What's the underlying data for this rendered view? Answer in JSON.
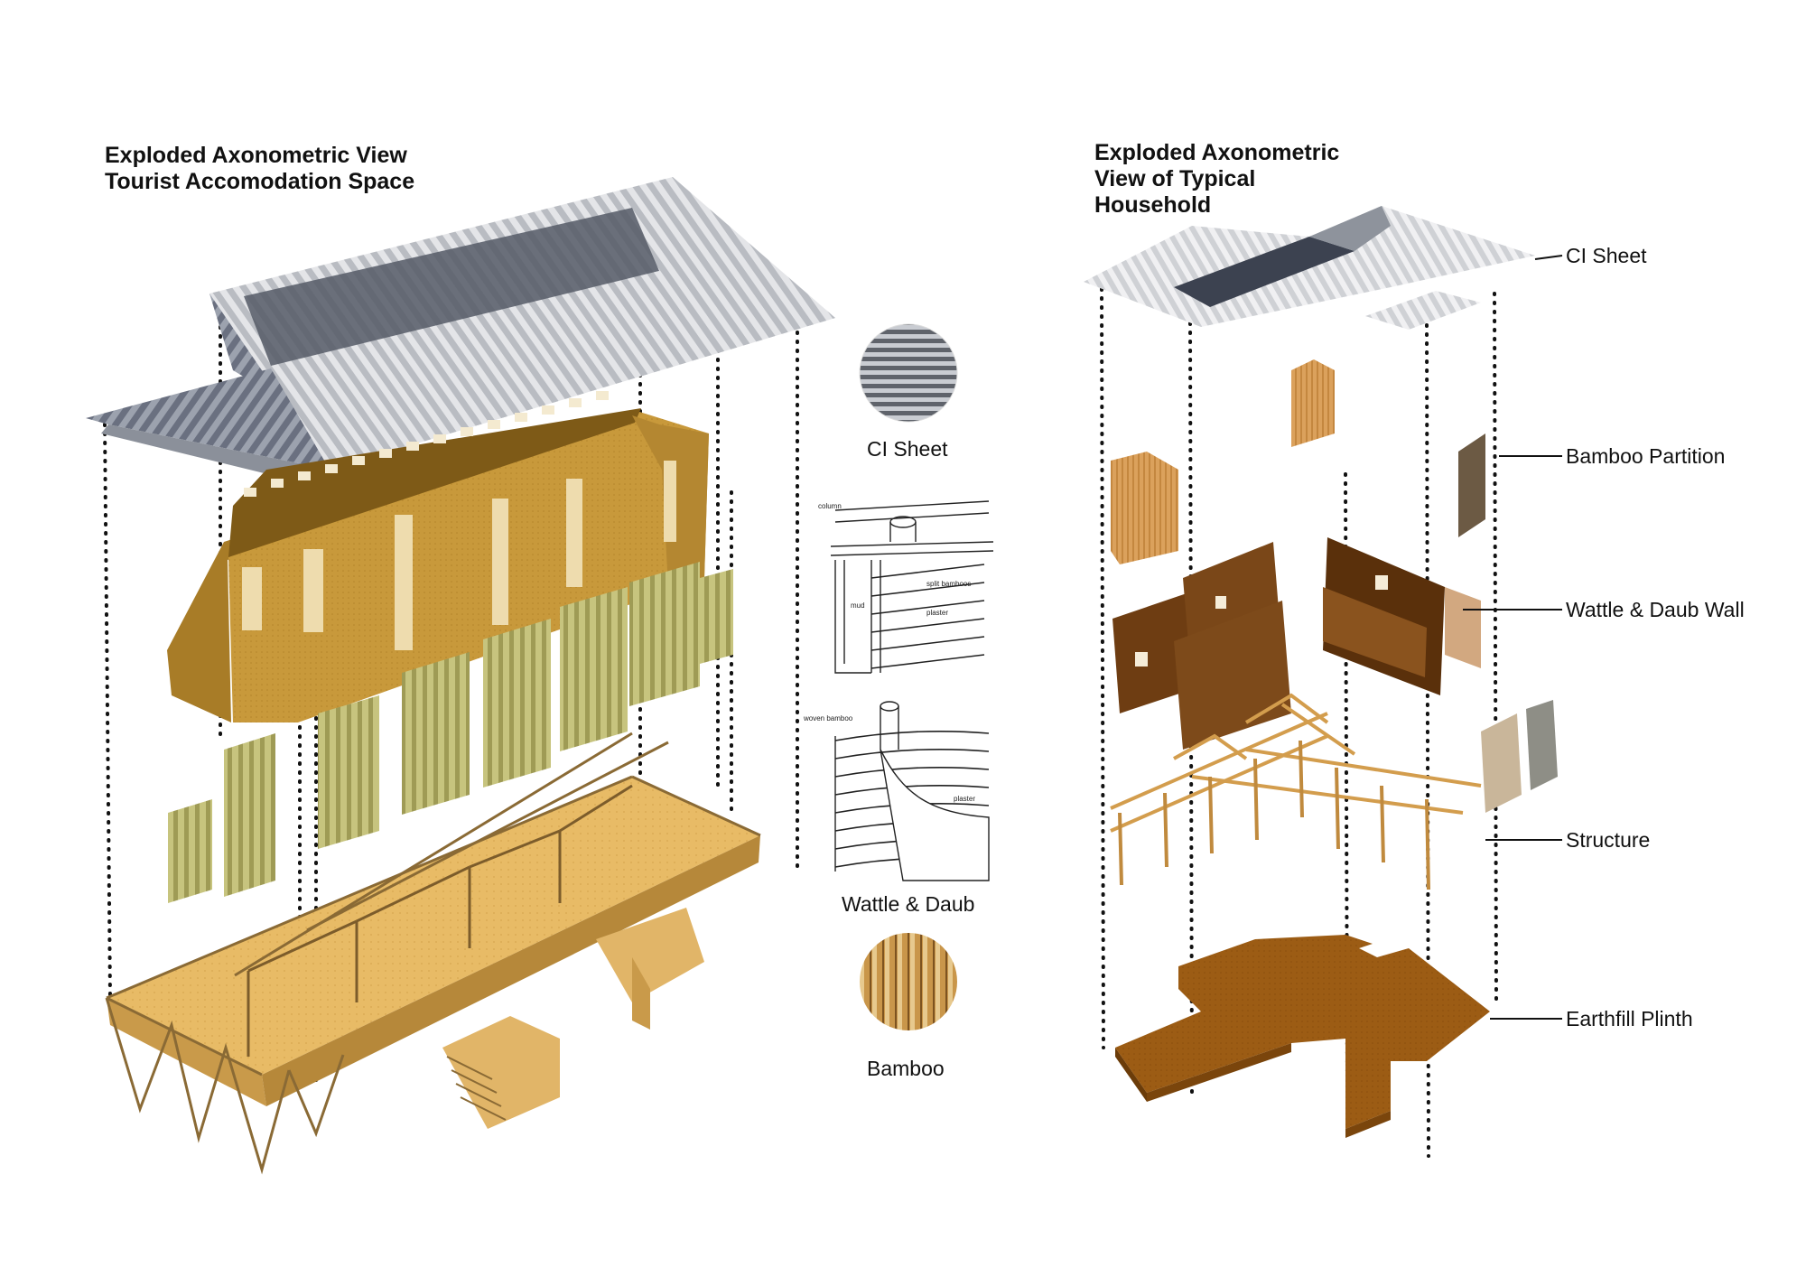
{
  "left_view": {
    "title": "Exploded Axonometric View\nTourist Accomodation Space"
  },
  "material_legend": [
    {
      "label": "CI Sheet",
      "icon": "ci-sheet-swatch-icon"
    },
    {
      "label": "Wattle & Daub",
      "icon": "wattle-daub-detail-icon"
    },
    {
      "label": "Bamboo",
      "icon": "bamboo-swatch-icon"
    }
  ],
  "wattle_daub_detail": {
    "upper": {
      "column": "column",
      "mud": "mud",
      "split_bamboos": "split bamboos",
      "plaster": "plaster"
    },
    "lower": {
      "woven_bamboo": "woven bamboo",
      "plaster": "plaster"
    }
  },
  "right_view": {
    "title": "Exploded Axonometric\nView of Typical\nHousehold",
    "layers": [
      {
        "label": "CI Sheet"
      },
      {
        "label": "Bamboo Partition"
      },
      {
        "label": "Wattle & Daub Wall"
      },
      {
        "label": "Structure"
      },
      {
        "label": "Earthfill Plinth"
      }
    ]
  },
  "colors": {
    "ci_sheet": "#9a9ea6",
    "wall_yellow": "#c79a3a",
    "bamboo_green": "#b8b46a",
    "floor": "#e7b862",
    "wattle_brown": "#6e3d12",
    "plinth": "#9a5a12",
    "partition_orange": "#d79a54"
  }
}
